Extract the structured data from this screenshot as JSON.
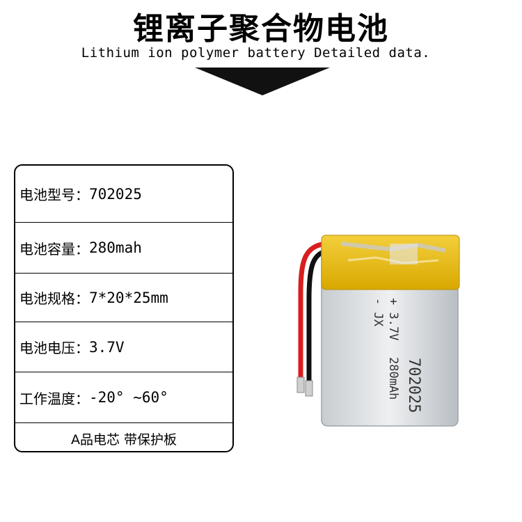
{
  "header": {
    "title": "锂离子聚合物电池",
    "subtitle": "Lithium ion polymer battery Detailed data."
  },
  "specs": [
    {
      "label": "电池型号：",
      "value": "702025"
    },
    {
      "label": "电池容量：",
      "value": "280mah"
    },
    {
      "label": "电池规格：",
      "value": "7*20*25mm"
    },
    {
      "label": "电池电压：",
      "value": " 3.7V"
    },
    {
      "label": "工作温度：",
      "value": "-20° ~60°"
    }
  ],
  "footer_note": "A品电芯  带保护板",
  "battery_label": {
    "brand": "- JX",
    "line1": "+ 3.7V",
    "line2": "280mAh",
    "line3": "702025"
  },
  "colors": {
    "tape": "#e8b800",
    "cell": "#d9dde0",
    "wire_red": "#d81e1e",
    "wire_black": "#111111",
    "arrow": "#111111"
  }
}
